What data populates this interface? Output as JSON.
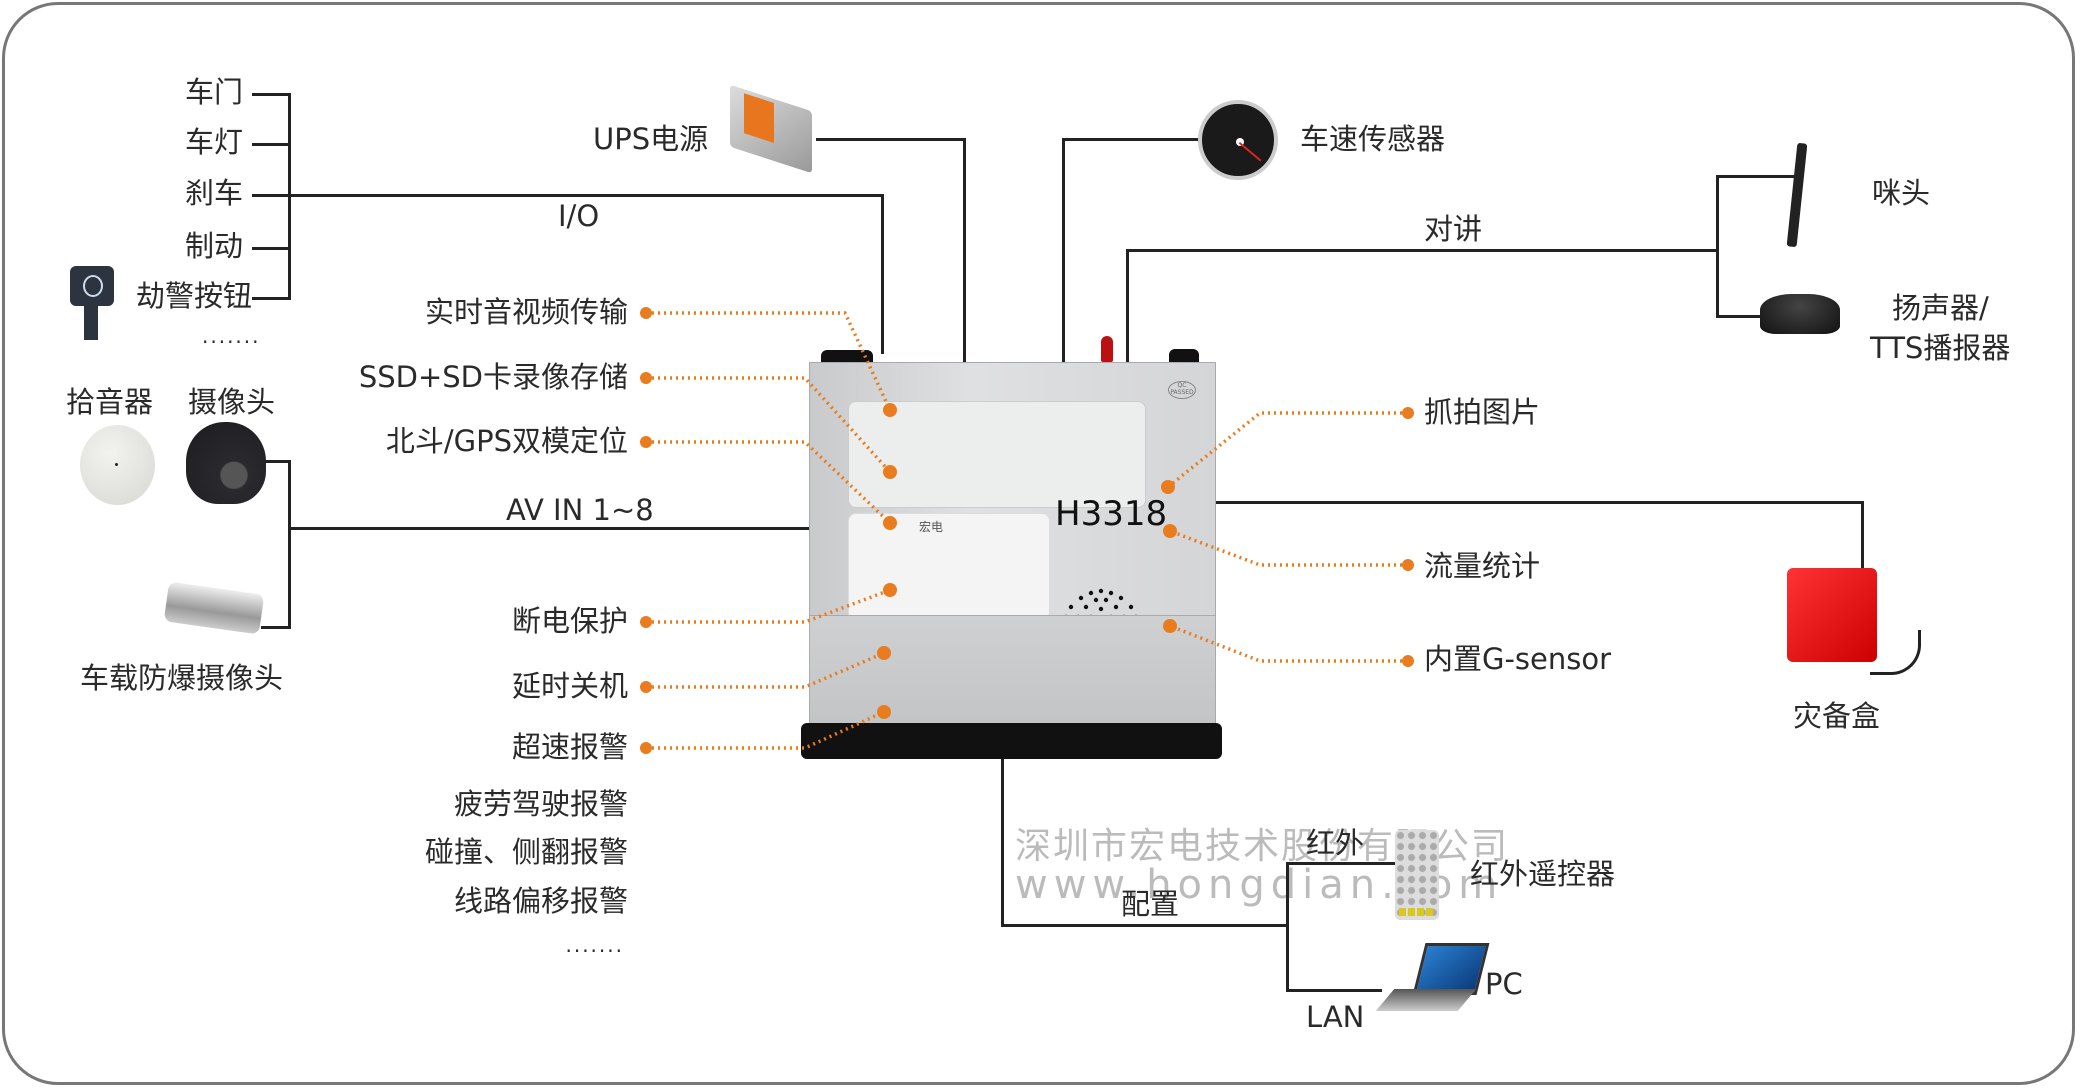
{
  "device": {
    "model": "H3318",
    "brand_mark": "宏电",
    "qc_badge": "QC PASSED"
  },
  "io_group": {
    "items": [
      "车门",
      "车灯",
      "刹车",
      "制动",
      "劫警按钮"
    ],
    "more": ".......",
    "bus_label": "I/O"
  },
  "ups": {
    "label": "UPS电源"
  },
  "speed_sensor": {
    "label": "车速传感器"
  },
  "intercom": {
    "bus_label": "对讲",
    "mic_label": "咪头",
    "speaker_label_line1": "扬声器/",
    "speaker_label_line2": "TTS播报器"
  },
  "av_in": {
    "bus_label": "AV IN  1~8",
    "pickup_label": "拾音器",
    "camera_label": "摄像头",
    "ex_camera_label": "车载防爆摄像头"
  },
  "left_features": {
    "items": [
      "实时音视频传输",
      "SSD+SD卡录像存储",
      "北斗/GPS双模定位",
      "断电保护",
      "延时关机",
      "超速报警"
    ],
    "extra": [
      "疲劳驾驶报警",
      "碰撞、侧翻报警",
      "线路偏移报警"
    ],
    "more": "......."
  },
  "right_features": {
    "items": [
      "抓拍图片",
      "流量统计",
      "内置G-sensor"
    ]
  },
  "backup_box": {
    "label": "灾备盒"
  },
  "config": {
    "bus_label": "配置",
    "ir_label": "红外",
    "ir_remote_label": "红外遥控器",
    "lan_label": "LAN",
    "pc_label": "PC"
  },
  "watermark": {
    "company": "深圳市宏电技术股份有限公司",
    "url": "www.hongdian.com"
  },
  "colors": {
    "accent": "#e87c1e",
    "line": "#222222",
    "frame": "#777777",
    "watermark": "#bbbbbb"
  }
}
